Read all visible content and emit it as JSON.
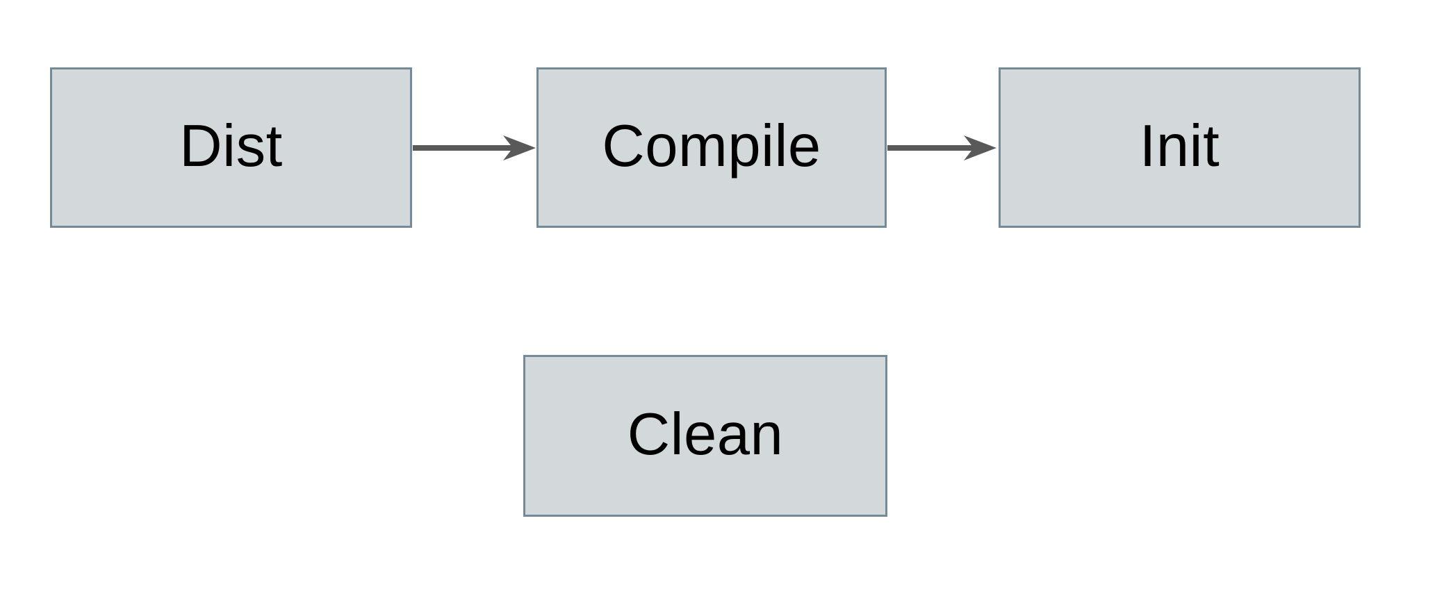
{
  "diagram": {
    "title": "build-targets-flowchart",
    "colors": {
      "background": "#ffffff",
      "node_fill": "#d3d9da",
      "node_border": "#748a97",
      "arrow": "#595959",
      "text": "#000000"
    },
    "nodes": [
      {
        "id": "dist",
        "label": "Dist"
      },
      {
        "id": "compile",
        "label": "Compile"
      },
      {
        "id": "init",
        "label": "Init"
      },
      {
        "id": "clean",
        "label": "Clean"
      }
    ],
    "edges": [
      {
        "from": "Dist",
        "to": "Compile",
        "style": "solid-arrow"
      },
      {
        "from": "Compile",
        "to": "Init",
        "style": "solid-arrow"
      }
    ]
  }
}
